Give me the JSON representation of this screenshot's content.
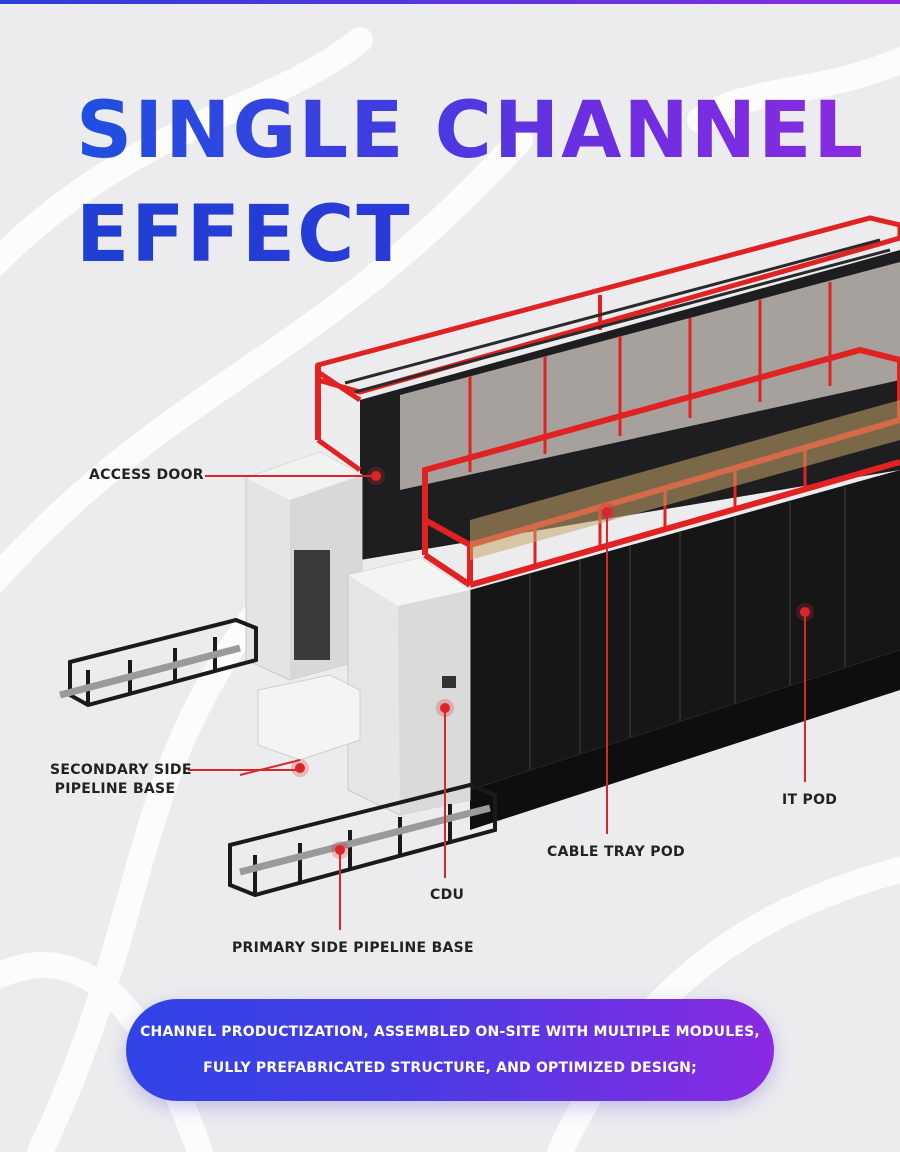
{
  "title": {
    "line1": "SINGLE CHANNEL",
    "line2": "EFFECT"
  },
  "labels": {
    "access_door": "ACCESS DOOR",
    "secondary_side_line1": "SECONDARY SIDE",
    "secondary_side_line2": "PIPELINE BASE",
    "it_pod": "IT POD",
    "cable_tray_pod": "CABLE TRAY POD",
    "cdu": "CDU",
    "primary_side": "PRIMARY SIDE PIPELINE BASE"
  },
  "banner": {
    "line1": "CHANNEL PRODUCTIZATION, ASSEMBLED ON-SITE WITH MULTIPLE MODULES,",
    "line2": "FULLY PREFABRICATED STRUCTURE, AND OPTIMIZED DESIGN;"
  },
  "colors": {
    "accent_red": "#d8262b",
    "frame_red": "#e02222",
    "gradient_start": "#2f44e6",
    "gradient_end": "#8a2ae2"
  }
}
